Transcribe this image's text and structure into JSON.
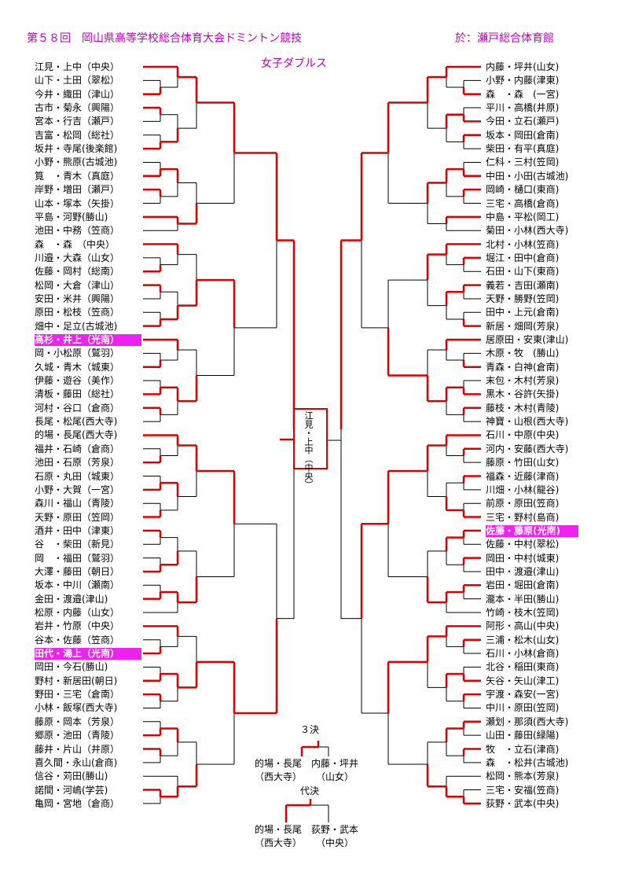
{
  "header": {
    "title": "第５８回　岡山県高等学校総合体育大会ドミントン競技",
    "venue": "於：瀬戸総合体育館",
    "event": "女子ダブルス"
  },
  "champion": {
    "name": "江見・上中",
    "school": "（中央）"
  },
  "left_entries": [
    "江見・上中（中央）",
    "山下・土田（翠松）",
    "今井・織田（津山）",
    "古市・菊永（興陽）",
    "宮本・行吉（瀬戸）",
    "吉富・松岡（総社）",
    "坂井・寺尾(後楽館)",
    "小野・熊原(古城池)",
    "筧　・青木（真庭）",
    "岸野・増田（瀬戸）",
    "山本・塚本（矢掛）",
    "平島・河野(勝山)",
    "池田・中務（笠商）",
    "森　・森　（中央）",
    "川邉・大森（山女）",
    "佐藤・岡村（総南）",
    "松岡・大倉（津山）",
    "安田・米井（興陽）",
    "原田・松枝（笠商）",
    "畑中・足立(古城池)",
    "高杉・井上（光南）",
    "岡・小松原（鷲羽）",
    "久城・青木（城東）",
    "伊藤・遊谷（美作）",
    "清板・藤田（総社）",
    "河村・谷口（倉商）",
    "長尾・松尾(西大寺)",
    "的場・長尾(西大寺)",
    "福井・石崎（倉商）",
    "池田・石原（芳泉）",
    "石原・丸田（城東）",
    "小野・大賀（一宮）",
    "森川・福山（青陵）",
    "天野・原田（笠岡）",
    "酒井・田中（津東）",
    "谷　・柴田（新見）",
    "岡　・福田（鷲羽）",
    "大澤・藤田（朝日）",
    "坂本・中川（瀬南）",
    "金田・渡邉(津山)",
    "松原・内藤（山女）",
    "岩井・竹原（中央）",
    "谷本・佐藤（笠商）",
    "田代・湯上（光南）",
    "岡田・今石(勝山)",
    "野村・新居田(朝日)",
    "野田・三宅（倉南）",
    "小林・飯塚(西大寺)",
    "藤原・岡本（芳泉）",
    "郷原・池田（青陵）",
    "藤井・片山（井原）",
    "喜久間・永山(倉商)",
    "信谷・苅田(勝山)",
    "諾間・河嶋(学芸)",
    "亀岡・宮地（倉商）"
  ],
  "right_entries": [
    "内藤・坪井(山女)",
    "小野・内藤(津東)",
    "森　・森　(一宮)",
    "平川・高橋(井原)",
    "今田・立石(瀬戸)",
    "坂本・岡田(倉南)",
    "柴田・有平(真庭)",
    "仁科・三村(笠岡)",
    "中田・小田(古城池)",
    "岡崎・樋口(東商)",
    "三宅・高橋(倉商)",
    "中島・平松(岡工)",
    "菊田・小林(西大寺)",
    "北村・小林(笠商)",
    "堀江・田中(倉商)",
    "石田・山下(東商)",
    "義若・吉田(瀬南)",
    "天野・勝野(笠岡)",
    "田中・上元(倉南)",
    "新居・畑岡(芳泉)",
    "居原田・安東(津山)",
    "木原・牧　(勝山)",
    "青森・白神(倉南)",
    "末包・木村(芳泉)",
    "黒木・谷許(矢掛)",
    "藤枝・木村(青陵)",
    "神寶・山根(西大寺)",
    "石川・中原(中央)",
    "河内・安藤(西大寺)",
    "藤原・竹田(山女)",
    "福森・近藤(津商)",
    "川畑・小林(龍谷)",
    "前原・原田(笠商)",
    "三宅・野村(島商)",
    "佐藤・藤原(光南)",
    "佐藤・中村(翠松)",
    "岡田・中村(城東)",
    "田中・渡邉(津山)",
    "岩田・堀田(倉南)",
    "瀧本・半田(勝山)",
    "竹崎・枝木(笠岡)",
    "阿形・高山(中央)",
    "三浦・松木(山女)",
    "石川・小林(倉商)",
    "北谷・稲田(東商)",
    "矢谷・矢山(津工)",
    "宇渡・森安(一宮)",
    "中川・原田(笠岡)",
    "瀬划・那須(西大寺)",
    "山田・藤田(緑陽)",
    "牧　・立石(津商)",
    "森　・松井(古城池)",
    "松岡・熊本(芳泉)",
    "三宅・安福(笠商)",
    "荻野・武本(中央)"
  ],
  "left_highlight": [
    20,
    43
  ],
  "right_highlight": [
    34
  ],
  "third_place": {
    "label": "３決",
    "p1_name": "的場・長尾",
    "p1_school": "（西大寺）",
    "p2_name": "内藤・坪井",
    "p2_school": "（山女）"
  },
  "rep_match": {
    "label": "代決",
    "p1_name": "的場・長尾",
    "p1_school": "（西大寺）",
    "p2_name": "荻野・武本",
    "p2_school": "（中央）"
  },
  "colors": {
    "line_red": "#dd0000",
    "line_black": "#000000",
    "highlight": "#ee22ee"
  }
}
